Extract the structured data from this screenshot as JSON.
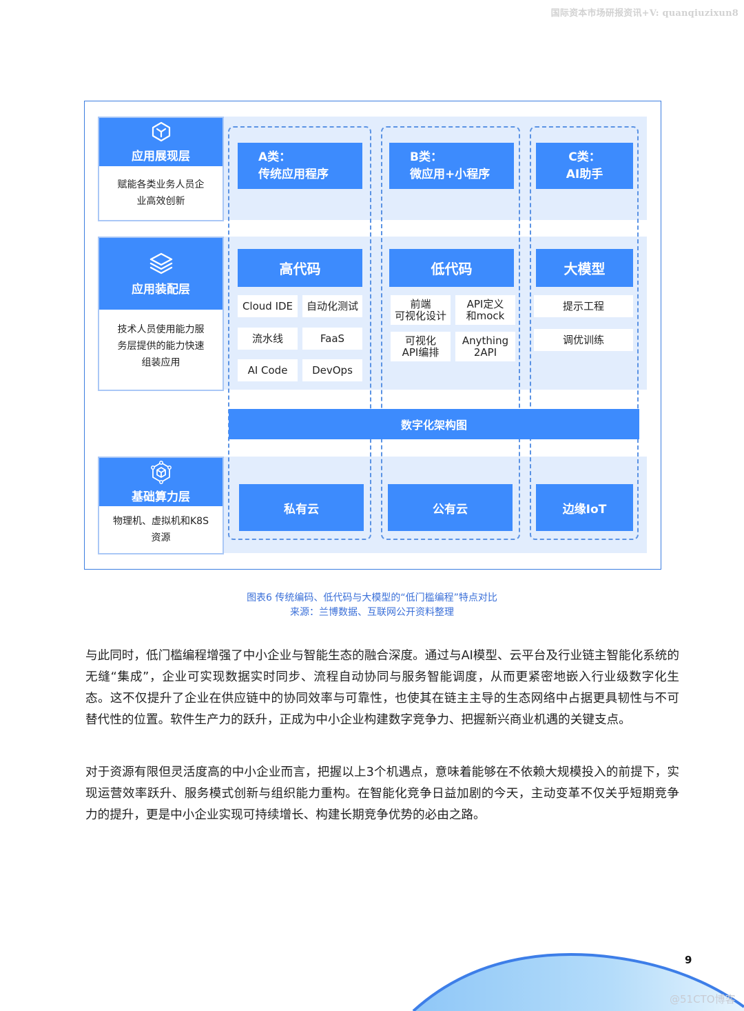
{
  "header": {
    "watermark": "国际资本市场研报资讯+V: quanqiuzixun8"
  },
  "figure": {
    "layers": [
      {
        "title": "应用展现层",
        "icon": "cube-icon",
        "description": "赋能各类业务人员企业高效创新"
      },
      {
        "title": "应用装配层",
        "icon": "layers-stack-icon",
        "description": "技术人员使用能力服务层提供的能力快速组装应用"
      },
      {
        "title": "基础算力层",
        "icon": "network-cube-icon",
        "description": "物理机、虚拟机和K8S资源"
      }
    ],
    "categories": [
      {
        "line1": "A类：",
        "line2": "传统应用程序"
      },
      {
        "line1": "B类：",
        "line2": "微应用+小程序"
      },
      {
        "line1": "C类：",
        "line2": "AI助手"
      }
    ],
    "assembly": [
      {
        "title": "高代码",
        "items": [
          "Cloud IDE",
          "自动化测试",
          "流水线",
          "FaaS",
          "AI Code",
          "DevOps"
        ]
      },
      {
        "title": "低代码",
        "items": [
          "前端\n可视化设计",
          "API定义\n和mock",
          "可视化\nAPI编排",
          "Anything\n2API"
        ]
      },
      {
        "title": "大模型",
        "items": [
          "提示工程",
          "调优训练"
        ]
      }
    ],
    "architecture_bar": "数字化架构图",
    "infrastructure": [
      "私有云",
      "公有云",
      "边缘IoT"
    ],
    "colors": {
      "primary": "#3d8bfd",
      "band": "#e2edfd",
      "frame": "#3b7de0",
      "dashed": "#5b93e4"
    }
  },
  "caption": {
    "title": "图表6 传统编码、低代码与大模型的“低门槛编程”特点对比",
    "source": "来源：兰博数据、互联网公开资料整理"
  },
  "body": {
    "paragraphs": [
      "与此同时，低门槛编程增强了中小企业与智能生态的融合深度。通过与AI模型、云平台及行业链主智能化系统的无缝“集成”，企业可实现数据实时同步、流程自动协同与服务智能调度，从而更紧密地嵌入行业级数字化生态。这不仅提升了企业在供应链中的协同效率与可靠性，也使其在链主主导的生态网络中占据更具韧性与不可替代性的位置。软件生产力的跃升，正成为中小企业构建数字竞争力、把握新兴商业机遇的关键支点。",
      "对于资源有限但灵活度高的中小企业而言，把握以上3个机遇点，意味着能够在不依赖大规模投入的前提下，实现运营效率跃升、服务模式创新与组织能力重构。在智能化竞争日益加剧的今天，主动变革不仅关乎短期竞争力的提升，更是中小企业实现可持续增长、构建长期竞争优势的必由之路。"
    ]
  },
  "footer": {
    "page_number": "9",
    "watermark": "@51CTO博客"
  }
}
